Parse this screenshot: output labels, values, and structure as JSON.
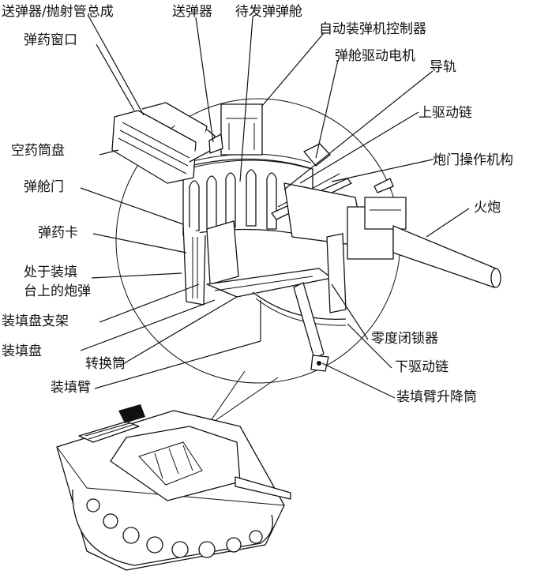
{
  "diagram": {
    "labels": {
      "l1": "送弹器/抛射管总成",
      "l2": "送弹器",
      "l3": "待发弹弹舱",
      "l4": "自动装弹机控制器",
      "l5": "弹药窗口",
      "l6": "弹舱驱动电机",
      "l7": "导轨",
      "l8": "上驱动链",
      "l9": "空药筒盘",
      "l10": "炮门操作机构",
      "l11": "弹舱门",
      "l12": "火炮",
      "l13": "弹药卡",
      "l14a": "处于装填",
      "l14b": "台上的炮弹",
      "l15": "装填盘支架",
      "l16": "零度闭锁器",
      "l17": "装填盘",
      "l18": "下驱动链",
      "l19": "转换筒",
      "l20": "装填臂升降筒",
      "l21": "装填臂"
    }
  }
}
